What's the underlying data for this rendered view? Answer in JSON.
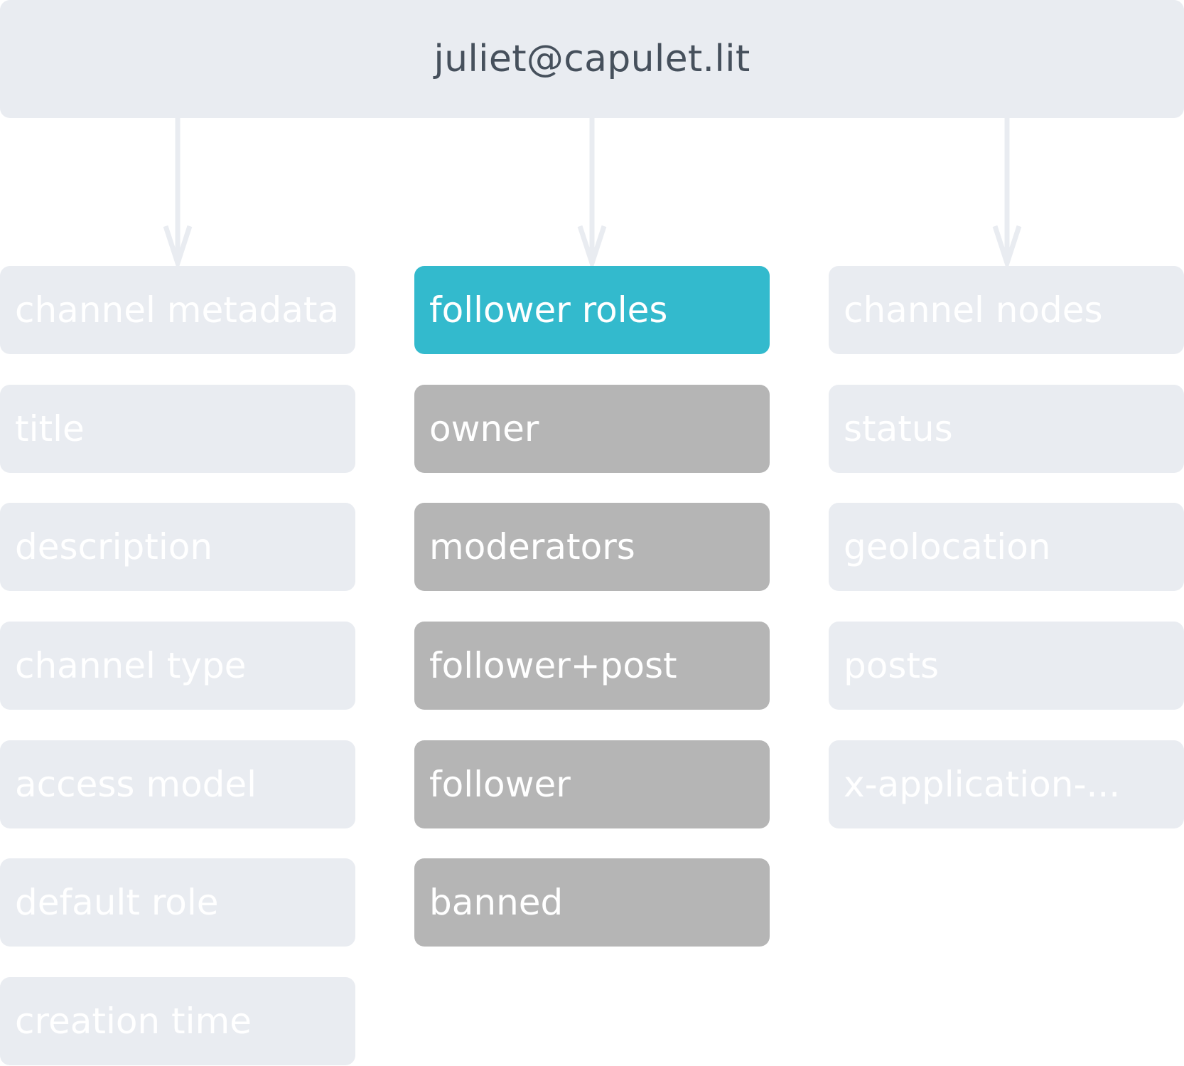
{
  "root": {
    "label": "juliet@capulet.lit"
  },
  "colors": {
    "muted_box": "#e9ecf1",
    "role_box": "#b5b5b5",
    "active_box": "#33bacd",
    "root_text": "#46505c",
    "box_text": "#ffffff",
    "connector": "#e9ecf1"
  },
  "columns": {
    "metadata": {
      "header": "channel metadata",
      "items": [
        "title",
        "description",
        "channel type",
        "access model",
        "default role",
        "creation time"
      ]
    },
    "roles": {
      "header": "follower roles",
      "items": [
        "owner",
        "moderators",
        "follower+post",
        "follower",
        "banned"
      ]
    },
    "nodes": {
      "header": "channel nodes",
      "items": [
        "status",
        "geolocation",
        "posts",
        "x-application-..."
      ]
    }
  }
}
